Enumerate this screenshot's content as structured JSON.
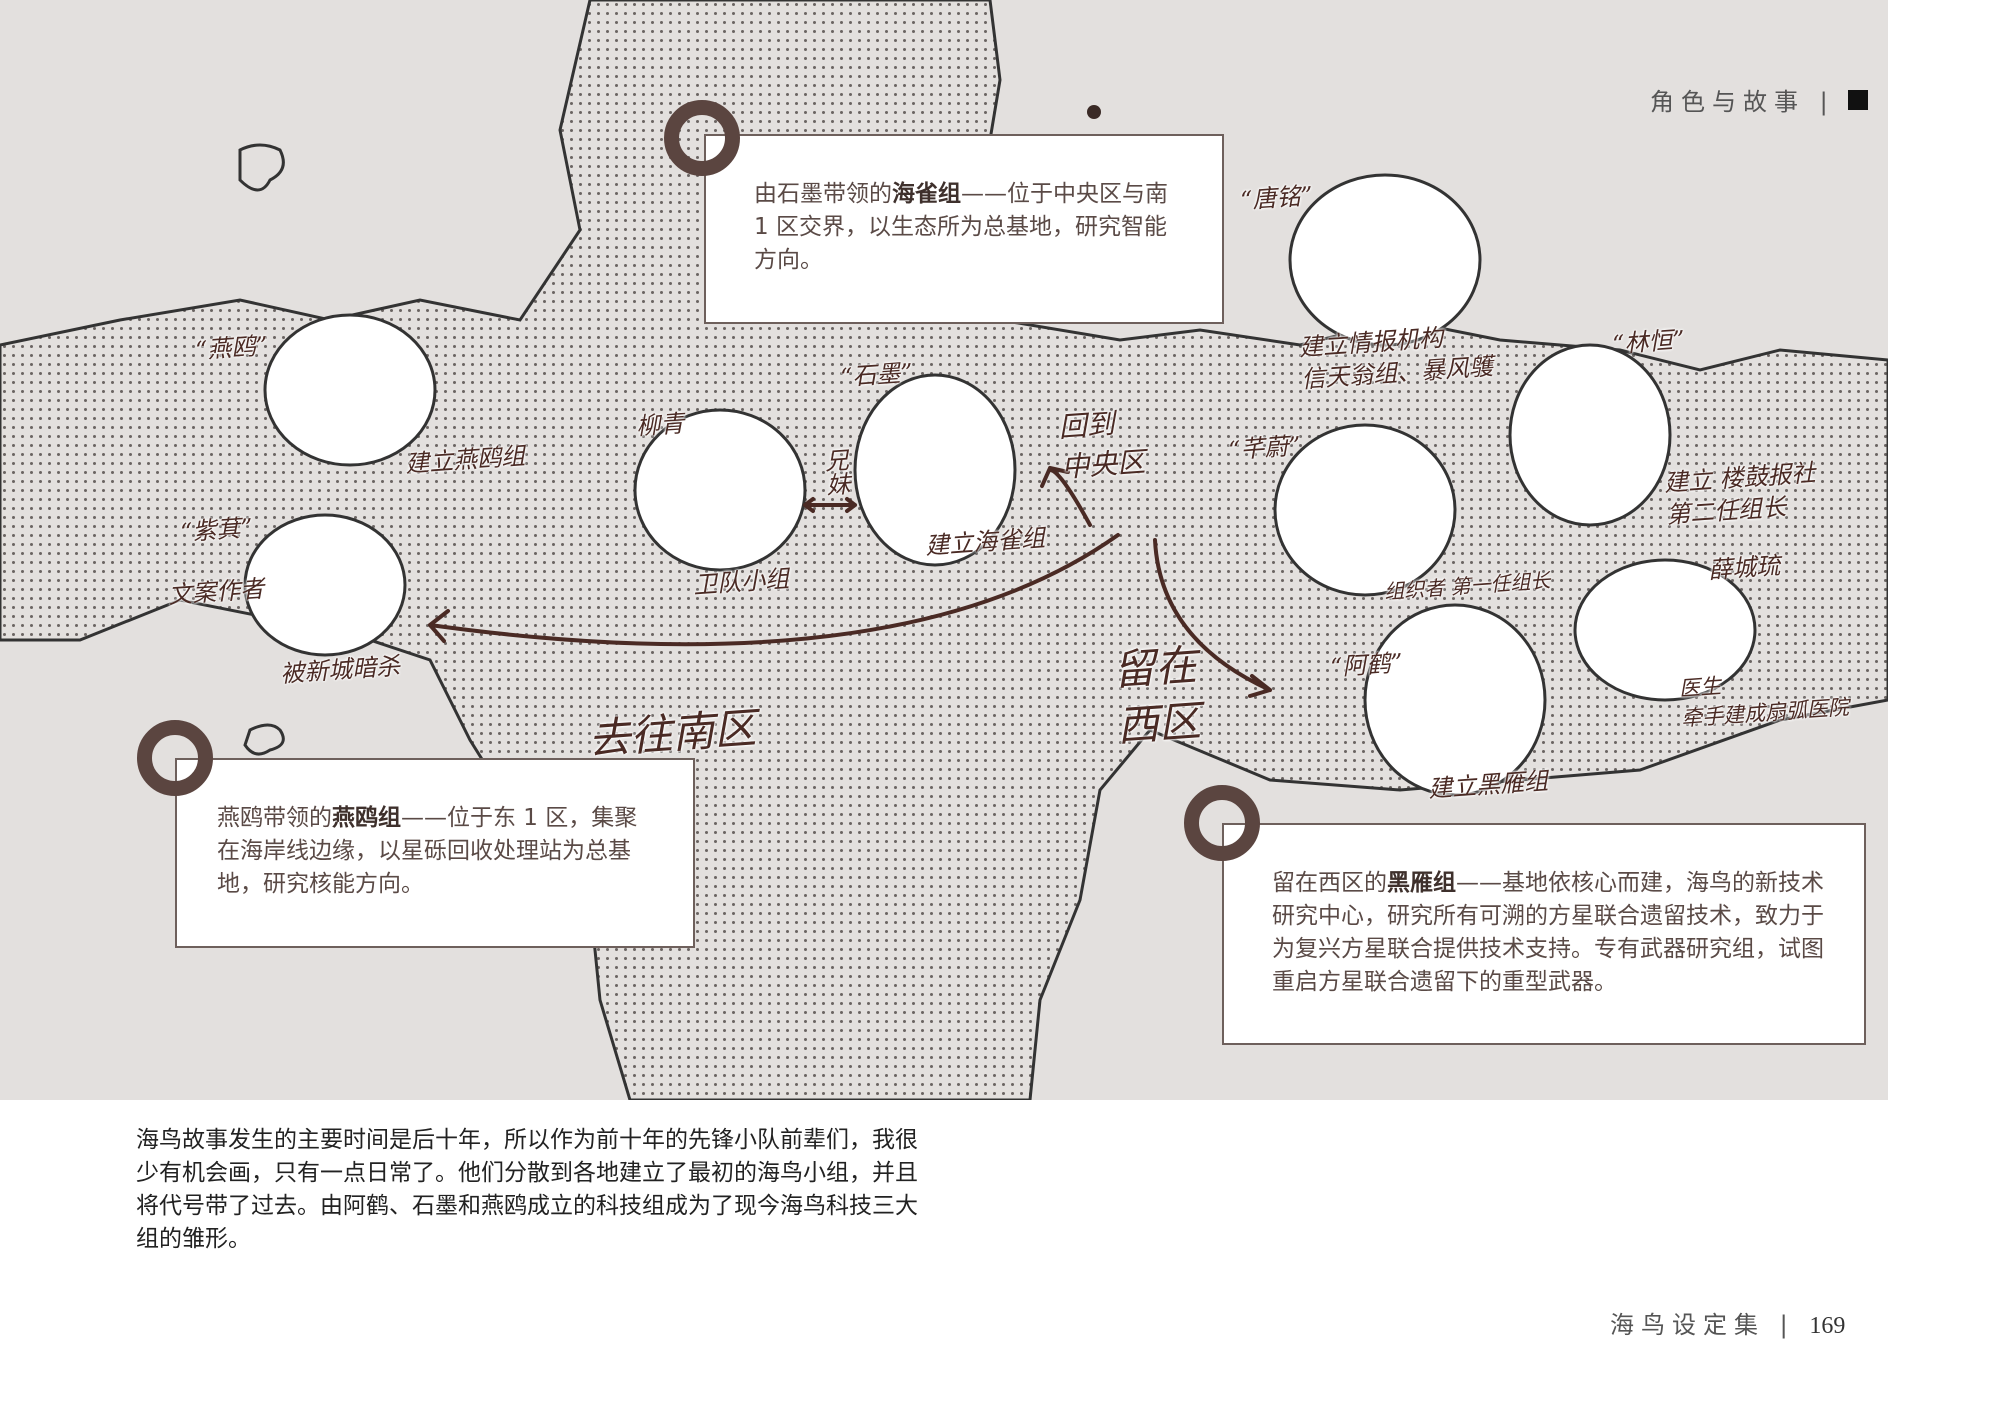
{
  "header": {
    "section_title": "角色与故事",
    "separator": "|"
  },
  "boxes": {
    "haique": {
      "pre": "由石墨带领的",
      "bold": "海雀组",
      "post": "——位于中央区与南 1 区交界，以生态所为总基地，研究智能方向。"
    },
    "yanou": {
      "pre": "燕鸥带领的",
      "bold": "燕鸥组",
      "post": "——位于东 1 区，集聚在海岸线边缘，以星砾回收处理站为总基地，研究核能方向。"
    },
    "heiyan": {
      "pre": "留在西区的",
      "bold": "黑雁组",
      "post": "——基地依核心而建，海鸟的新技术研究中心，研究所有可溯的方星联合遗留技术，致力于为复兴方星联合提供技术支持。专有武器研究组，试图重启方星联合遗留下的重型武器。"
    }
  },
  "map_labels": {
    "yanou_name": "“燕鸥”",
    "yanou_note": "建立燕鸥组",
    "ziqi_name": "“紫萁”",
    "ziqi_role": "文案作者",
    "ziqi_note": "被新城暗杀",
    "liuqing_name": "柳青",
    "siblings": "兄妹",
    "liuqing_note": "卫队小组",
    "shimo_name": "“石墨”",
    "shimo_note": "建立海雀组",
    "return_center": "回到\n中央区",
    "go_south": "去往南区",
    "stay_west": "留在\n西区",
    "tangming_name": "“唐铭”",
    "tangming_note": "建立情报机构\n信天翁组、暴风鹱",
    "linheng_name": "“林恒”",
    "linheng_note": "建立 楼鼓报社\n第二任组长",
    "qianwei_name": "“芊蔚”",
    "qianwei_note": "组织者 第一任组长",
    "xue_name": "薛城琉",
    "xue_note": "医生\n牵手建成扇弧医院",
    "ahe_name": "“阿鹤”",
    "ahe_note": "建立黑雁组"
  },
  "body_text": "海鸟故事发生的主要时间是后十年，所以作为前十年的先锋小队前辈们，我很少有机会画，只有一点日常了。他们分散到各地建立了最初的海鸟小组，并且将代号带了过去。由阿鹤、石墨和燕鸥成立的科技组成为了现今海鸟科技三大组的雏形。",
  "footer": {
    "book_title": "海鸟设定集",
    "separator": "|",
    "page_number": "169"
  },
  "colors": {
    "land": "#e3e0de",
    "accent": "#5b4540",
    "ink": "#4a2a24"
  }
}
